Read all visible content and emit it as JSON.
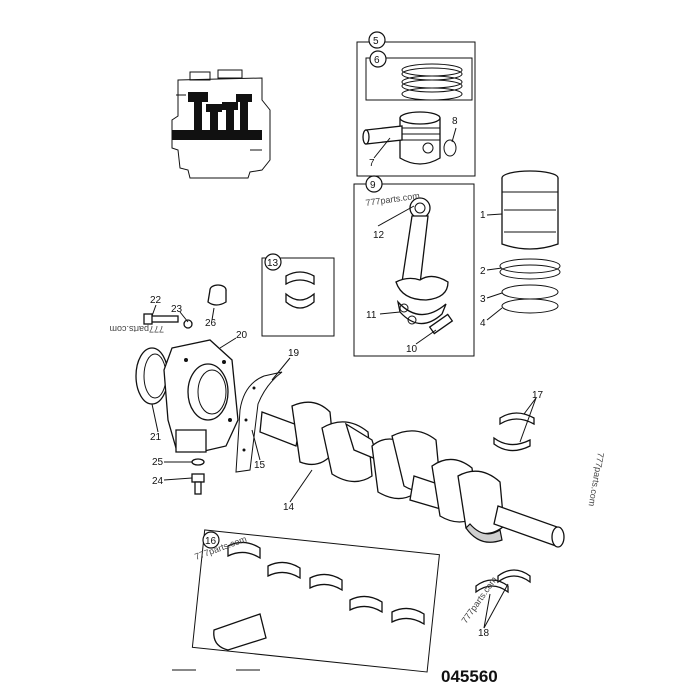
{
  "figure": {
    "reference_number": "045560",
    "watermark_text": "777parts.com",
    "callouts": [
      "1",
      "2",
      "3",
      "4",
      "5",
      "6",
      "7",
      "8",
      "9",
      "10",
      "11",
      "12",
      "13",
      "14",
      "15",
      "16",
      "17",
      "18",
      "19",
      "20",
      "21",
      "22",
      "23",
      "24",
      "25",
      "26"
    ]
  }
}
